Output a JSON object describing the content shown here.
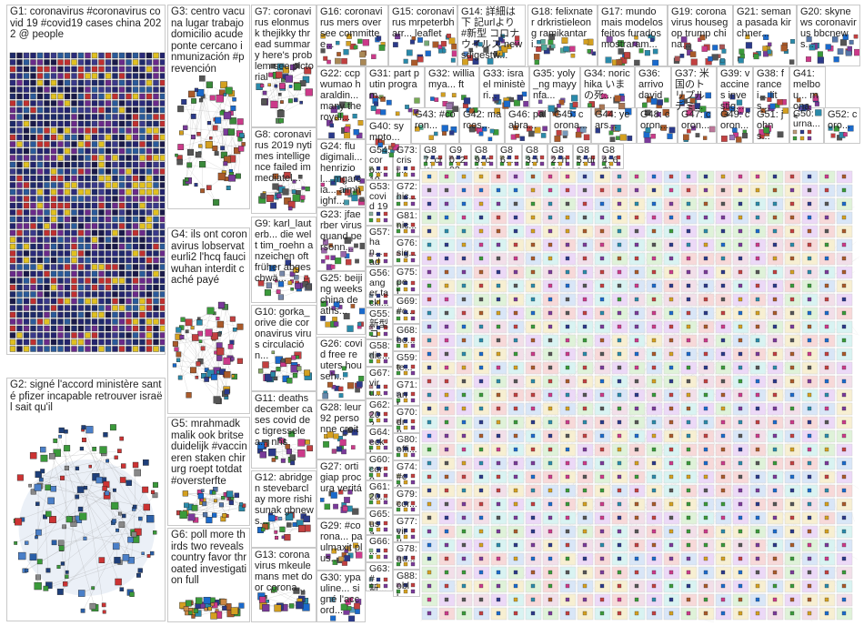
{
  "title": "",
  "groups": [
    {
      "id": "G1",
      "label": "G1: coronavirus #coronavirus covid 19 #covid19 cases china 2022 @ people",
      "col": "#2c2c7a"
    },
    {
      "id": "G2",
      "label": "G2: signé l'accord ministère santé pfizer incapable retrouver israël sait qu'il",
      "col": "#2a5fa8"
    },
    {
      "id": "G3",
      "label": "G3: centro vacuna lugar trabajo domicilio acude ponte cercano inmunización #prevención",
      "col": "#3a8a3a"
    },
    {
      "id": "G4",
      "label": "G4: ils ont coronavirus lobservateurli2 l'hcq fauci wuhan interdit caché payé",
      "col": "#4a8a4a"
    },
    {
      "id": "G5",
      "label": "G5: mrahmadkmalik ook britse duidelijk #vaccineren staken chirurg roept totdat #oversterfte",
      "col": "#5577aa"
    },
    {
      "id": "G6",
      "label": "G6: poll more thirds two reveals country favor throated investigation full",
      "col": "#cc8844"
    },
    {
      "id": "G7",
      "label": "G7: coronavirus elonmusk thejikky thread summary here's problem see pictorial",
      "col": "#558855"
    },
    {
      "id": "G8",
      "label": "G8: coronavirus 2019 nytimes intelligence failed immediatel...",
      "col": "#6688bb"
    },
    {
      "id": "G9",
      "label": "G9: karl_lauterb... die welt tim_roehn anzeichen oft früher abgeschwä...",
      "col": "#7788aa"
    },
    {
      "id": "G10",
      "label": "G10: gorka_orive die coronavirus virus circulación...",
      "col": "#88aa66"
    },
    {
      "id": "G11",
      "label": "G11: deaths december cases covid dec tigresselea... nhs",
      "col": "#aa6688"
    },
    {
      "id": "G12",
      "label": "G12: abridgen stevebarclay more rishisunak gbnews...",
      "col": "#6699cc"
    },
    {
      "id": "G13",
      "label": "G13: coronavirus mkeulemans met door corona...",
      "col": "#99aa55"
    },
    {
      "id": "G14",
      "label": "G14: 詳細は下 記urlより #新型 コロナウイルス newsdigestw...",
      "col": "#5588cc"
    },
    {
      "id": "G15",
      "label": "G15: coronavirus mrpeterbharr... leaflet",
      "col": "#77aa77"
    },
    {
      "id": "G16",
      "label": "G16: coronavirus mers oversee committee...",
      "col": "#aa8855"
    },
    {
      "id": "G17",
      "label": "G17: mundo mais modelos feitos furados mostraram...",
      "col": "#8855aa"
    },
    {
      "id": "G18",
      "label": "G18: felixnater drkristieleong ramikantari...",
      "col": "#55aa99"
    },
    {
      "id": "G19",
      "label": "G19: coronavirus housegop trump china...",
      "col": "#aa5555"
    },
    {
      "id": "G20",
      "label": "G20: skynews coronavirus bbcnews...",
      "col": "#5577aa"
    },
    {
      "id": "G21",
      "label": "G21: semana pasada kirchner...",
      "col": "#aa9944"
    },
    {
      "id": "G22",
      "label": "G22: ccp wumao haraldin... many theroyal...",
      "col": "#669966"
    },
    {
      "id": "G23",
      "label": "G23: jfaerber virus quand personn...",
      "col": "#9966aa"
    },
    {
      "id": "G24",
      "label": "G24: flu digimali... henriziol... mgarcia... aimhighf...",
      "col": "#4499aa"
    },
    {
      "id": "G25",
      "label": "G25: beijing weeks china deaths...",
      "col": "#aa6644"
    },
    {
      "id": "G26",
      "label": "G26: covid free reuters househ...",
      "col": "#6688aa"
    },
    {
      "id": "G27",
      "label": "G27: ortigiap procura veritá",
      "col": "#88aa44"
    },
    {
      "id": "G28",
      "label": "G28: leur 92 personne croit",
      "col": "#aa4488"
    },
    {
      "id": "G29",
      "label": "G29: #corona... paulmaxit plus...",
      "col": "#cc9944"
    },
    {
      "id": "G30",
      "label": "G30: ypauline... signé l'accord...",
      "col": "#5599bb"
    },
    {
      "id": "G31",
      "label": "G31: part putin program...",
      "col": "#77aa55"
    },
    {
      "id": "G32",
      "label": "G32: williamya... ft",
      "col": "#9977aa"
    },
    {
      "id": "G33",
      "label": "G33: israel ministèri...",
      "col": "#55aa77"
    },
    {
      "id": "G34",
      "label": "G34: norichika いまの死...",
      "col": "#aa7755"
    },
    {
      "id": "G35",
      "label": "G35: yoly_ng mayynfa...",
      "col": "#7755aa"
    },
    {
      "id": "G36",
      "label": "G36: arrivo david",
      "col": "#55aaaa"
    },
    {
      "id": "G37",
      "label": "G37: 米国のトリプルデミ...",
      "col": "#aa5577"
    },
    {
      "id": "G38",
      "label": "G38: francei... lits...",
      "col": "#5577bb"
    },
    {
      "id": "G39",
      "label": "G39: vaccines investig...",
      "col": "#99bb55"
    },
    {
      "id": "G40",
      "label": "G40: sympto...",
      "col": "#bb7755"
    },
    {
      "id": "G41",
      "label": "G41: melbou... monas...",
      "col": "#6655bb"
    },
    {
      "id": "G42",
      "label": "G42: marcos...",
      "col": "#bb5599"
    },
    {
      "id": "G43",
      "label": "G43: #coron...",
      "col": "#55bb99"
    },
    {
      "id": "G44",
      "label": "G44: years...",
      "col": "#bb9955"
    },
    {
      "id": "G45",
      "label": "G45: corona...",
      "col": "#7799bb"
    },
    {
      "id": "G46",
      "label": "G46: palabra...",
      "col": "#99bb77"
    },
    {
      "id": "G47",
      "label": "G47: coron...",
      "col": "#bb7799"
    },
    {
      "id": "G48",
      "label": "G48: coron...",
      "col": "#77bb99"
    },
    {
      "id": "G49",
      "label": "G49: coron...",
      "col": "#9977bb"
    },
    {
      "id": "G50",
      "label": "G50: urna...",
      "col": "#bb9977"
    },
    {
      "id": "G51",
      "label": "G51: johns...",
      "col": "#7799aa"
    },
    {
      "id": "G52",
      "label": "G52: coro...",
      "col": "#aa9977"
    },
    {
      "id": "G53",
      "label": "G53: covid 19",
      "col": "#88aa99"
    },
    {
      "id": "G54",
      "label": "G54: coro... 19",
      "col": "#99aa88"
    },
    {
      "id": "G55",
      "label": "G55: 新型 コロ...",
      "col": "#aa8899"
    },
    {
      "id": "G56",
      "label": "G56: anger tackl...",
      "col": "#8899aa"
    },
    {
      "id": "G57",
      "label": "G57: han... ada...",
      "col": "#aa99aa"
    },
    {
      "id": "G58",
      "label": "G58: die...",
      "col": "#99aaaa"
    },
    {
      "id": "G59",
      "label": "G59: te...",
      "col": "#aaaa99"
    },
    {
      "id": "G60",
      "label": "G60: coro...",
      "col": "#88bbaa"
    },
    {
      "id": "G61",
      "label": "G61: 20...",
      "col": "#aabb88"
    },
    {
      "id": "G62",
      "label": "G62: 202...",
      "col": "#bb88aa"
    },
    {
      "id": "G63",
      "label": "G63: #新...",
      "col": "#88aabb"
    },
    {
      "id": "G64",
      "label": "G64: ecki...",
      "col": "#aa88bb"
    },
    {
      "id": "G65",
      "label": "G65: usa...",
      "col": "#bbaa88"
    },
    {
      "id": "G66",
      "label": "G66: ...",
      "col": "#88bb88"
    },
    {
      "id": "G67",
      "label": "G67: viru...",
      "col": "#bb8888"
    },
    {
      "id": "G68",
      "label": "G68: bo...",
      "col": "#8888bb"
    },
    {
      "id": "G69",
      "label": "G69: #c...",
      "col": "#aabbaa"
    },
    {
      "id": "G70",
      "label": "G70: drn...",
      "col": "#bbaaaa"
    },
    {
      "id": "G71",
      "label": "G71: ant...",
      "col": "#aaaabb"
    },
    {
      "id": "G72",
      "label": "G72: hic...",
      "col": "#99bbbb"
    },
    {
      "id": "G73",
      "label": "G73: crisi...",
      "col": "#bb99bb"
    },
    {
      "id": "G74",
      "label": "G74: #co...",
      "col": "#bbbb99"
    },
    {
      "id": "G75",
      "label": "G75: pet...",
      "col": "#99bb99"
    },
    {
      "id": "G76",
      "label": "G76: sig...",
      "col": "#bb9999"
    },
    {
      "id": "G77",
      "label": "G77: viru...",
      "col": "#9999bb"
    },
    {
      "id": "G78",
      "label": "G78: qu...",
      "col": "#aa99bb"
    },
    {
      "id": "G79",
      "label": "G79: cor...",
      "col": "#bbaa99"
    },
    {
      "id": "G80",
      "label": "G80: offi...",
      "col": "#99aabb"
    },
    {
      "id": "G81",
      "label": "G81: nic...",
      "col": "#aabb99"
    },
    {
      "id": "G82",
      "label": "G82: hou...",
      "col": "#bb99aa"
    },
    {
      "id": "G83",
      "label": "G83: im...",
      "col": "#99bbaa"
    },
    {
      "id": "G84",
      "label": "G84: 6か...",
      "col": "#aa99aa"
    },
    {
      "id": "G85",
      "label": "G85: dis...",
      "col": "#99aa99"
    },
    {
      "id": "G86",
      "label": "G86: ...",
      "col": "#aaaa88"
    },
    {
      "id": "G87",
      "label": "G87: crisi...",
      "col": "#88aaaa"
    },
    {
      "id": "G88",
      "label": "G88: obli...",
      "col": "#aa88aa"
    },
    {
      "id": "G89",
      "label": "G89: cor...",
      "col": "#88aa88"
    },
    {
      "id": "G90",
      "label": "G90: 202...",
      "col": "#aa8888"
    }
  ]
}
